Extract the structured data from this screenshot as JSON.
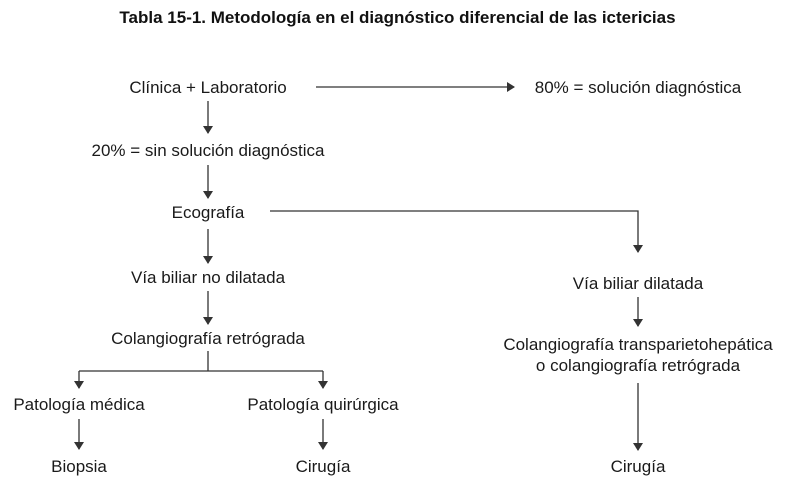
{
  "title": "Tabla 15-1. Metodología en el diagnóstico diferencial de las ictericias",
  "nodes": {
    "clinica": "Clínica + Laboratorio",
    "solucion80": "80% = solución diagnóstica",
    "sin_solucion20": "20% = sin solución diagnóstica",
    "ecografia": "Ecografía",
    "no_dilatada": "Vía biliar no dilatada",
    "dilatada": "Vía biliar dilatada",
    "colangio_retro": "Colangiografía retrógrada",
    "colangio_trans_l1": "Colangiografía transparietohepática",
    "colangio_trans_l2": "o colangiografía retrógrada",
    "pat_medica": "Patología médica",
    "pat_quirurgica": "Patología quirúrgica",
    "biopsia": "Biopsia",
    "cirugia_left": "Cirugía",
    "cirugia_right": "Cirugía"
  },
  "colors": {
    "line": "#333333",
    "text": "#1a1a1a"
  }
}
